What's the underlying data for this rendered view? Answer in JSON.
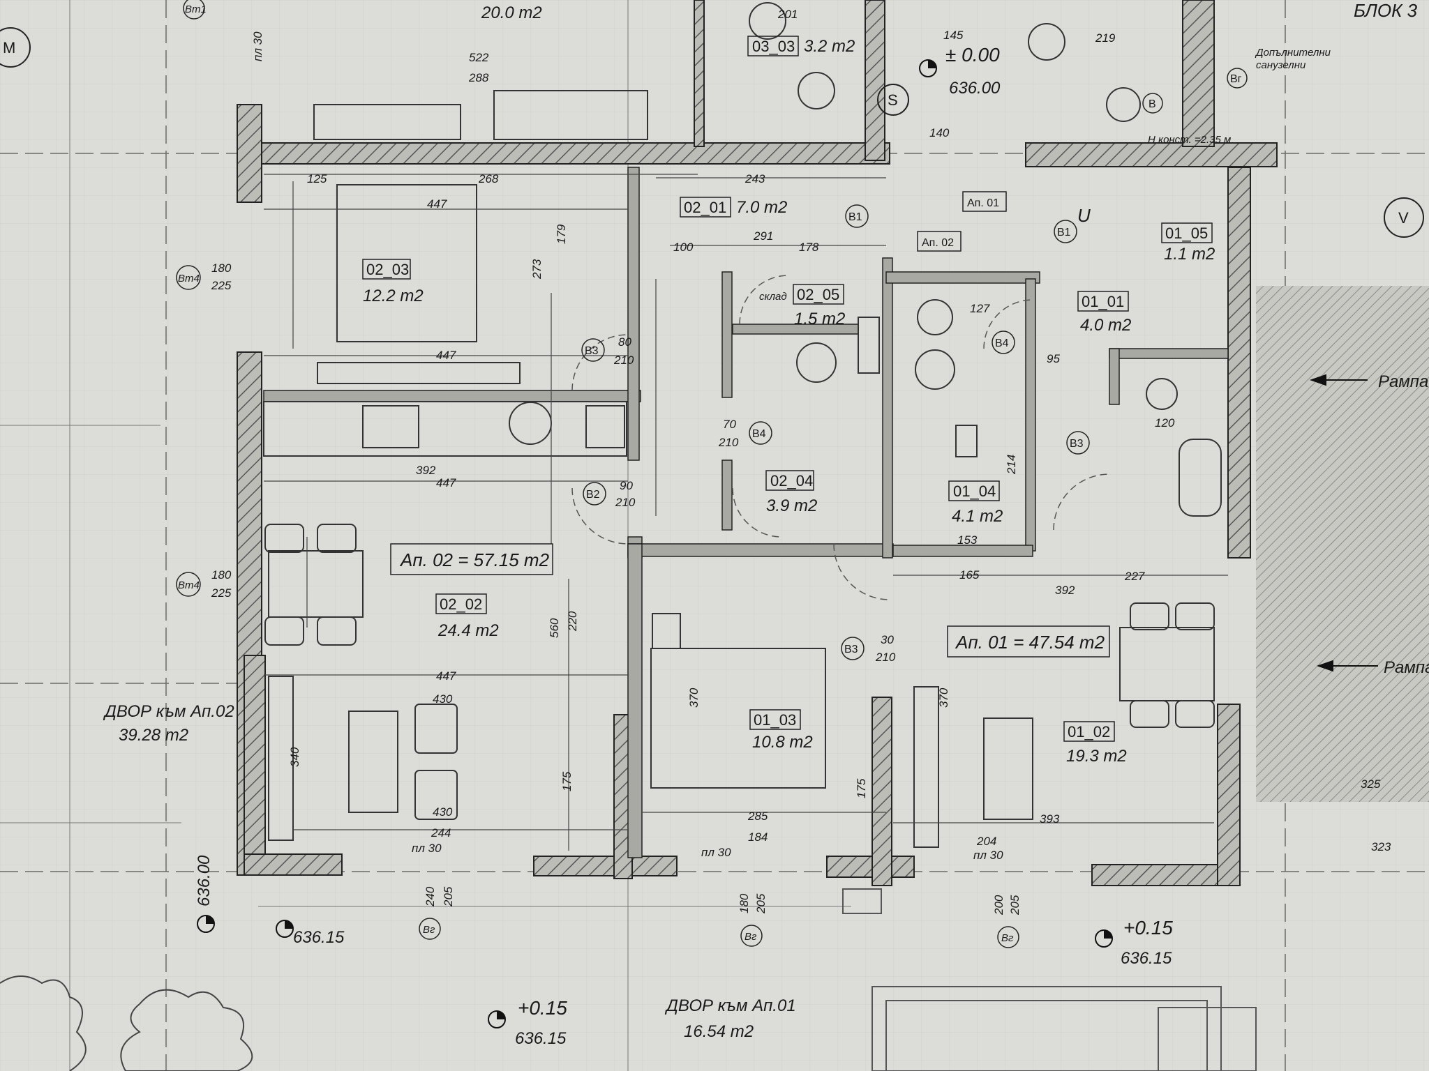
{
  "top": {
    "block_label": "БЛОК 3",
    "area_top": "20.0 m2",
    "elev_top_value": "± 0.00",
    "elev_top_abs": "636.00",
    "note1": "Допълнителни",
    "note2": "санузелни",
    "n_label": "Н конст. =2.35 м"
  },
  "rooms": {
    "r0303_id": "03_03",
    "r0303_area": "3.2 m2",
    "r0201_id": "02_01",
    "r0201_area": "7.0 m2",
    "r0203_id": "02_03",
    "r0203_area": "12.2 m2",
    "r0205_id": "02_05",
    "r0205_area": "1.5 m2",
    "r0205_sklad": "склад",
    "r0204_id": "02_04",
    "r0204_area": "3.9 m2",
    "r0202_id": "02_02",
    "r0202_area": "24.4 m2",
    "r0103_id": "01_03",
    "r0103_area": "10.8 m2",
    "r0102_id": "01_02",
    "r0102_area": "19.3 m2",
    "r0101_id": "01_01",
    "r0101_area": "4.0 m2",
    "r0104_id": "01_04",
    "r0104_area": "4.1 m2",
    "r0105_id": "01_05",
    "r0105_area": "1.1 m2"
  },
  "apartments": {
    "ap02_total": "Ап. 02 = 57.15 m2",
    "ap01_total": "Ап. 01 = 47.54 m2",
    "ap01_tag": "Ап. 01",
    "ap02_tag": "Ап. 02"
  },
  "yards": {
    "yard02_label": "ДВОР към Ап.02",
    "yard02_area": "39.28 m2",
    "yard01_label": "ДВОР към Ап.01",
    "yard01_area": "16.54 m2"
  },
  "elevations": {
    "e1_abs": "636.00",
    "e2_abs": "636.15",
    "e3_rel": "+0.15",
    "e3_abs": "636.15",
    "e4_rel": "+0.15",
    "e4_abs": "636.15"
  },
  "ramp": {
    "label1": "Рампа",
    "label2": "Рампа"
  },
  "markers": {
    "M": "M",
    "S": "S",
    "U": "U",
    "V": "V",
    "B": "B",
    "B1": "B1",
    "B1b": "B1",
    "B2": "B2",
    "B3": "B3",
    "B3b": "B3",
    "B3c": "B3",
    "B4": "B4",
    "B4b": "B4",
    "Bg": "Bг",
    "Bt4a": "Вт4",
    "Bt4b": "Вт4",
    "Bt1": "Вт1",
    "Br1": "Вг",
    "Br2": "Вг",
    "Br3": "Вг"
  },
  "dims": {
    "d447a": "447",
    "d447b": "447",
    "d447c": "447",
    "d447d": "447",
    "d522": "522",
    "d288": "288",
    "d125": "125",
    "d268": "268",
    "d243": "243",
    "d291": "291",
    "d178": "178",
    "d100": "100",
    "d273": "273",
    "d179": "179",
    "d392": "392",
    "d430a": "430",
    "d430b": "430",
    "d244": "244",
    "d285": "285",
    "d184": "184",
    "d204": "204",
    "d393": "393",
    "d227": "227",
    "d392b": "392",
    "d165": "165",
    "d153": "153",
    "d80": "80",
    "d210a": "210",
    "d70": "70",
    "d210b": "210",
    "d90": "90",
    "d210c": "210",
    "d30": "30",
    "d210d": "210",
    "d180a": "180",
    "d225a": "225",
    "d180b": "180",
    "d225b": "225",
    "d140": "140",
    "d145": "145",
    "d219": "219",
    "d201": "201",
    "d240": "240",
    "d205a": "205",
    "d180c": "180",
    "d205b": "205",
    "d200": "200",
    "d205c": "205",
    "d325": "325",
    "d323": "323",
    "d560": "560",
    "d370a": "370",
    "d370b": "370",
    "d175a": "175",
    "d175b": "175",
    "d340": "340",
    "d220": "220",
    "pl30a": "пл 30",
    "pl30b": "пл 30",
    "pl30c": "пл 30",
    "pl30d": "пл 30",
    "d120": "120",
    "d95": "95",
    "d127": "127",
    "d214": "214"
  }
}
